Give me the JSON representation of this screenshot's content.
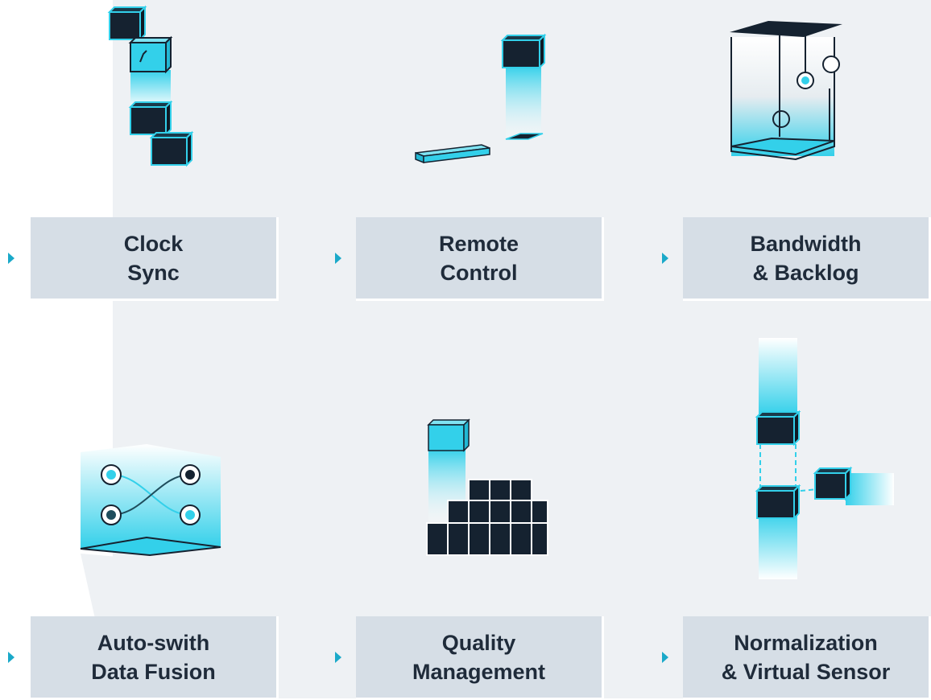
{
  "colors": {
    "accent": "#33d0ea",
    "dark": "#152230",
    "card_bg": "#d6dee6",
    "arrow": "#1aa9c9",
    "text": "#1f2b3a"
  },
  "cards": [
    {
      "line1": "Clock",
      "line2": "Sync",
      "icon": "stacked-cubes-icon"
    },
    {
      "line1": "Remote",
      "line2": "Control",
      "icon": "remote-cube-icon"
    },
    {
      "line1": "Bandwidth",
      "line2": "& Backlog",
      "icon": "tank-icon"
    },
    {
      "line1": "Auto-swith",
      "line2": "Data Fusion",
      "icon": "node-switch-icon"
    },
    {
      "line1": "Quality",
      "line2": "Management",
      "icon": "cube-grid-icon"
    },
    {
      "line1": "Normalization",
      "line2": "& Virtual Sensor",
      "icon": "virtual-sensor-icon"
    }
  ]
}
